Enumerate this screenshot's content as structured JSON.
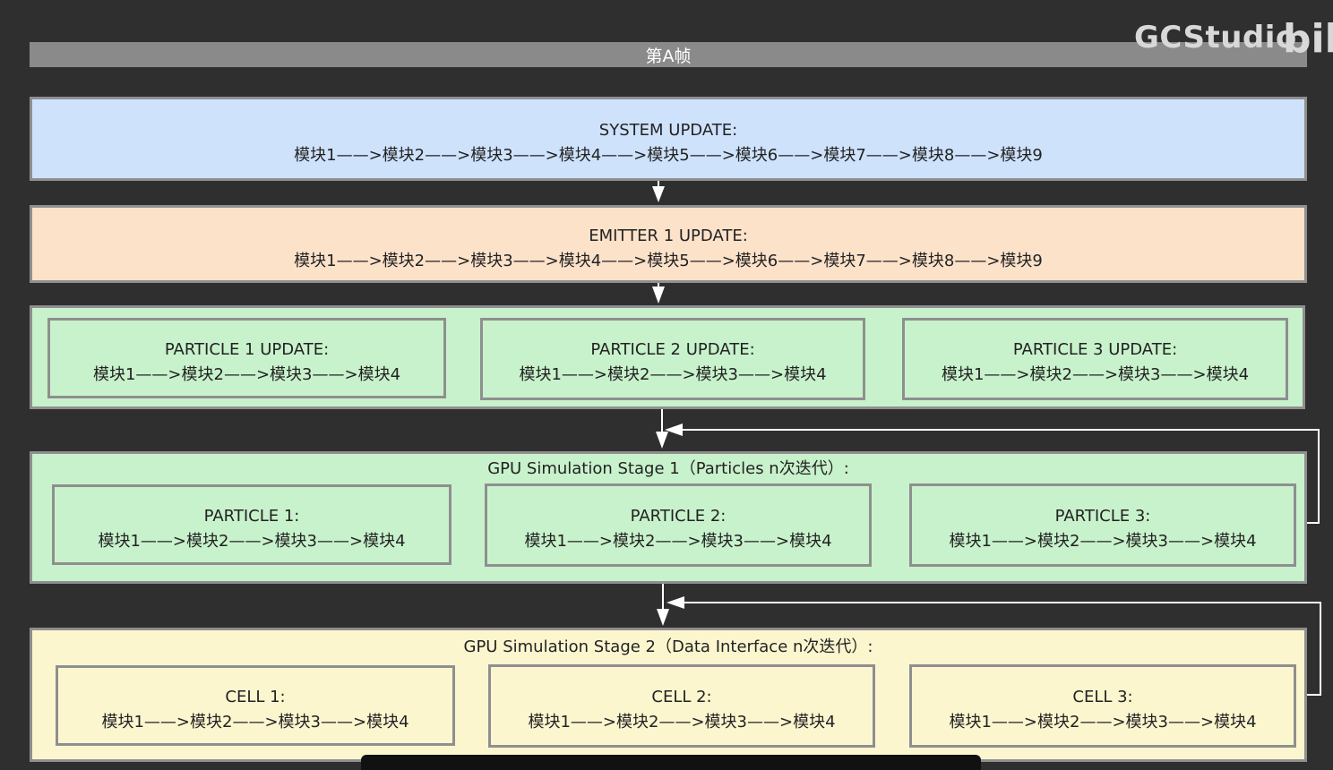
{
  "frame": {
    "label": "第A帧"
  },
  "logo": {
    "text": "GCStudio",
    "mark": "bili"
  },
  "system": {
    "title": "SYSTEM UPDATE:",
    "chain": "模块1——>模块2——>模块3——>模块4——>模块5——>模块6——>模块7——>模块8——>模块9"
  },
  "emitter": {
    "title": "EMITTER 1 UPDATE:",
    "chain": "模块1——>模块2——>模块3——>模块4——>模块5——>模块6——>模块7——>模块8——>模块9"
  },
  "particles_update": [
    {
      "title": "PARTICLE 1 UPDATE:",
      "chain": "模块1——>模块2——>模块3——>模块4"
    },
    {
      "title": "PARTICLE 2 UPDATE:",
      "chain": "模块1——>模块2——>模块3——>模块4"
    },
    {
      "title": "PARTICLE 3 UPDATE:",
      "chain": "模块1——>模块2——>模块3——>模块4"
    }
  ],
  "stage1": {
    "title": "GPU Simulation Stage 1（Particles n次迭代）:",
    "items": [
      {
        "title": "PARTICLE 1:",
        "chain": "模块1——>模块2——>模块3——>模块4"
      },
      {
        "title": "PARTICLE 2:",
        "chain": "模块1——>模块2——>模块3——>模块4"
      },
      {
        "title": "PARTICLE 3:",
        "chain": "模块1——>模块2——>模块3——>模块4"
      }
    ]
  },
  "stage2": {
    "title": "GPU Simulation Stage 2（Data Interface n次迭代）:",
    "items": [
      {
        "title": "CELL 1:",
        "chain": "模块1——>模块2——>模块3——>模块4"
      },
      {
        "title": "CELL 2:",
        "chain": "模块1——>模块2——>模块3——>模块4"
      },
      {
        "title": "CELL 3:",
        "chain": "模块1——>模块2——>模块3——>模块4"
      }
    ]
  },
  "colors": {
    "system_bg": "#cfe2fc",
    "emitter_bg": "#fde2ca",
    "particle_bg": "#c8f2cc",
    "stage2_bg": "#fcf6cf",
    "border": "#8f8f8f",
    "background": "#2f2f2f"
  }
}
